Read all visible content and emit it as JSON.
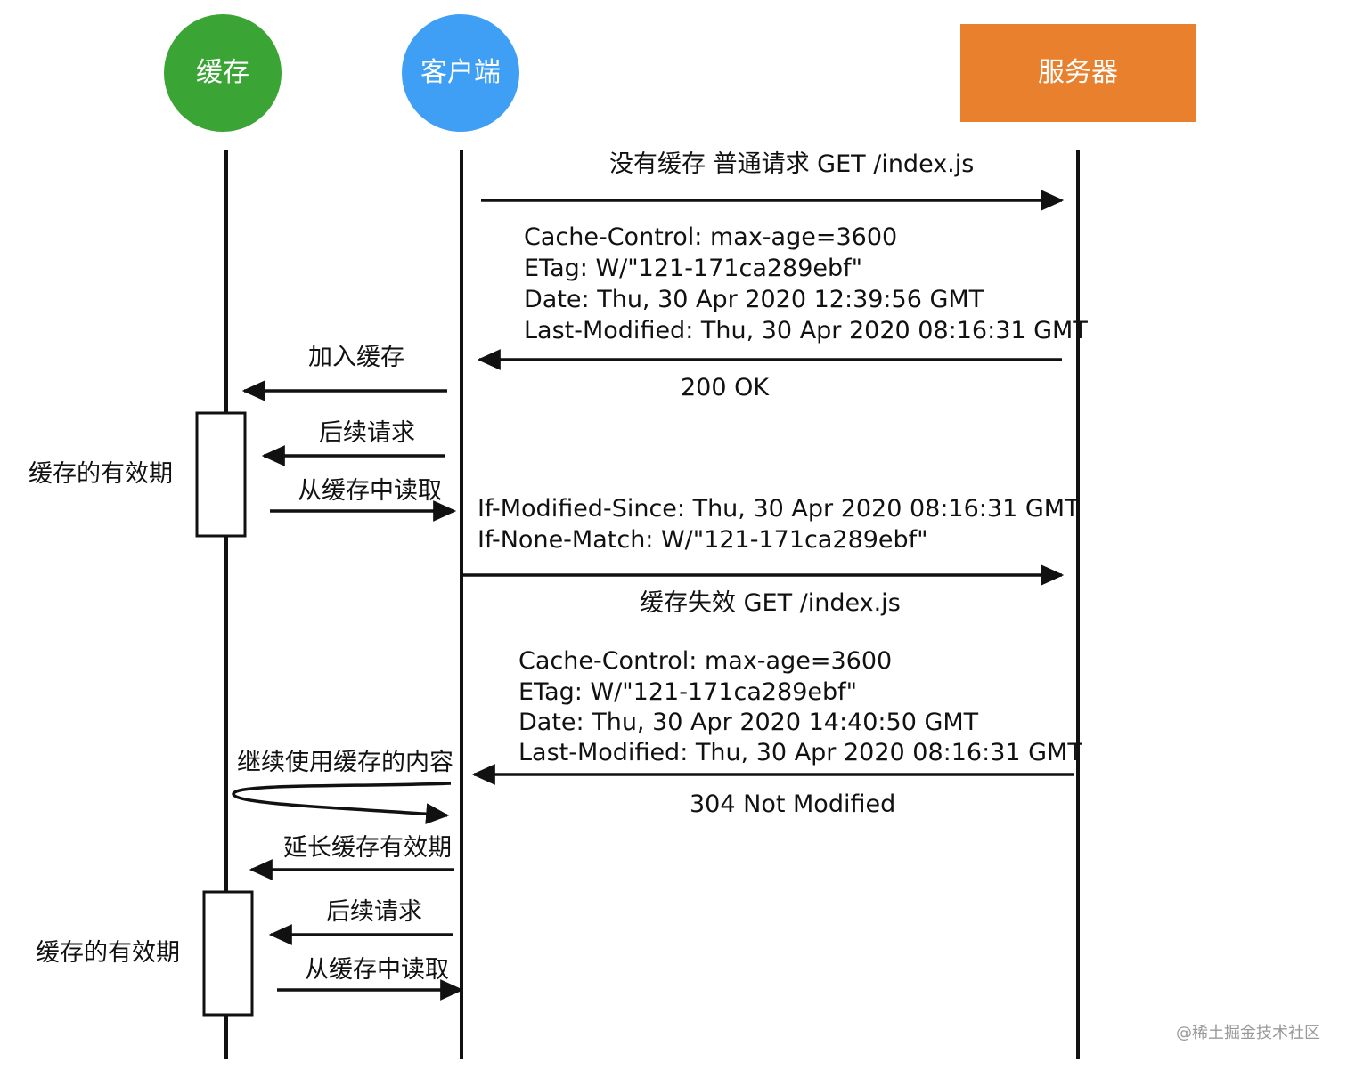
{
  "colors": {
    "cache": "#3aa535",
    "client": "#3f9ff5",
    "server": "#e8802e",
    "line": "#111111",
    "text": "#111111",
    "watermark": "#9a9a9a"
  },
  "actors": {
    "cache": "缓存",
    "client": "客户端",
    "server": "服务器"
  },
  "messages": {
    "m1_request": "没有缓存 普通请求 GET /index.js",
    "m1_response_headers": [
      "Cache-Control: max-age=3600",
      "ETag: W/\"121-171ca289ebf\"",
      "Date: Thu, 30 Apr 2020 12:39:56 GMT",
      "Last-Modified: Thu, 30 Apr 2020 08:16:31 GMT"
    ],
    "m1_status": "200 OK",
    "add_cache": "加入缓存",
    "subsequent_request_1": "后续请求",
    "read_cache_1": "从缓存中读取",
    "cache_validity_1": "缓存的有效期",
    "m2_request_headers": [
      "If-Modified-Since: Thu, 30 Apr 2020 08:16:31 GMT",
      "If-None-Match: W/\"121-171ca289ebf\""
    ],
    "m2_request": "缓存失效 GET /index.js",
    "m2_response_headers": [
      "Cache-Control: max-age=3600",
      "ETag: W/\"121-171ca289ebf\"",
      "Date: Thu, 30 Apr 2020 14:40:50 GMT",
      "Last-Modified: Thu, 30 Apr 2020 08:16:31 GMT"
    ],
    "m2_status": "304 Not Modified",
    "continue_use_cache": "继续使用缓存的内容",
    "extend_validity": "延长缓存有效期",
    "subsequent_request_2": "后续请求",
    "read_cache_2": "从缓存中读取",
    "cache_validity_2": "缓存的有效期"
  },
  "watermark": "@稀土掘金技术社区"
}
